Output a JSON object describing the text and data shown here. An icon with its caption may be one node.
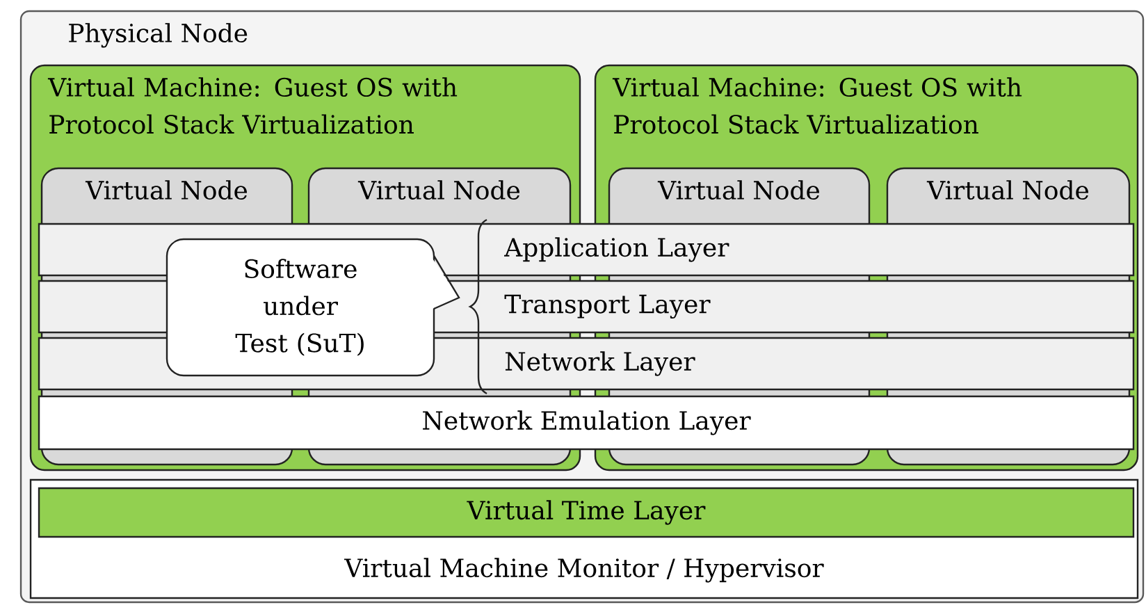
{
  "diagram": {
    "nodes": [
      {
        "text": [
          "Physical Node"
        ]
      },
      {
        "text": [
          "Virtual Machine: Guest OS with Protocol Stack Virtualization"
        ],
        "in": 0
      },
      {
        "text": [
          "Virtual Machine: Guest OS with Protocol Stack Virtualization"
        ],
        "in": 0
      },
      {
        "text": [
          "Virtual Node"
        ],
        "in": 1
      },
      {
        "text": [
          "Virtual Node"
        ],
        "in": 1
      },
      {
        "text": [
          "Virtual Node"
        ],
        "in": 2
      },
      {
        "text": [
          "Virtual Node"
        ],
        "in": 2
      },
      {
        "text": [
          "Software under Test (SuT)"
        ],
        "in": 1
      },
      {
        "text": [
          "Application Layer"
        ],
        "in": 0
      },
      {
        "text": [
          "Transport Layer"
        ],
        "in": 0
      },
      {
        "text": [
          "Network Layer"
        ],
        "in": 0
      },
      {
        "text": [
          "Network Emulation Layer"
        ],
        "in": 0
      },
      {
        "text": [
          "Virtual Machine Monitor / Hypervisor"
        ],
        "in": 0
      },
      {
        "text": [
          "Virtual Time Layer"
        ],
        "in": 12
      }
    ],
    "edges": []
  }
}
